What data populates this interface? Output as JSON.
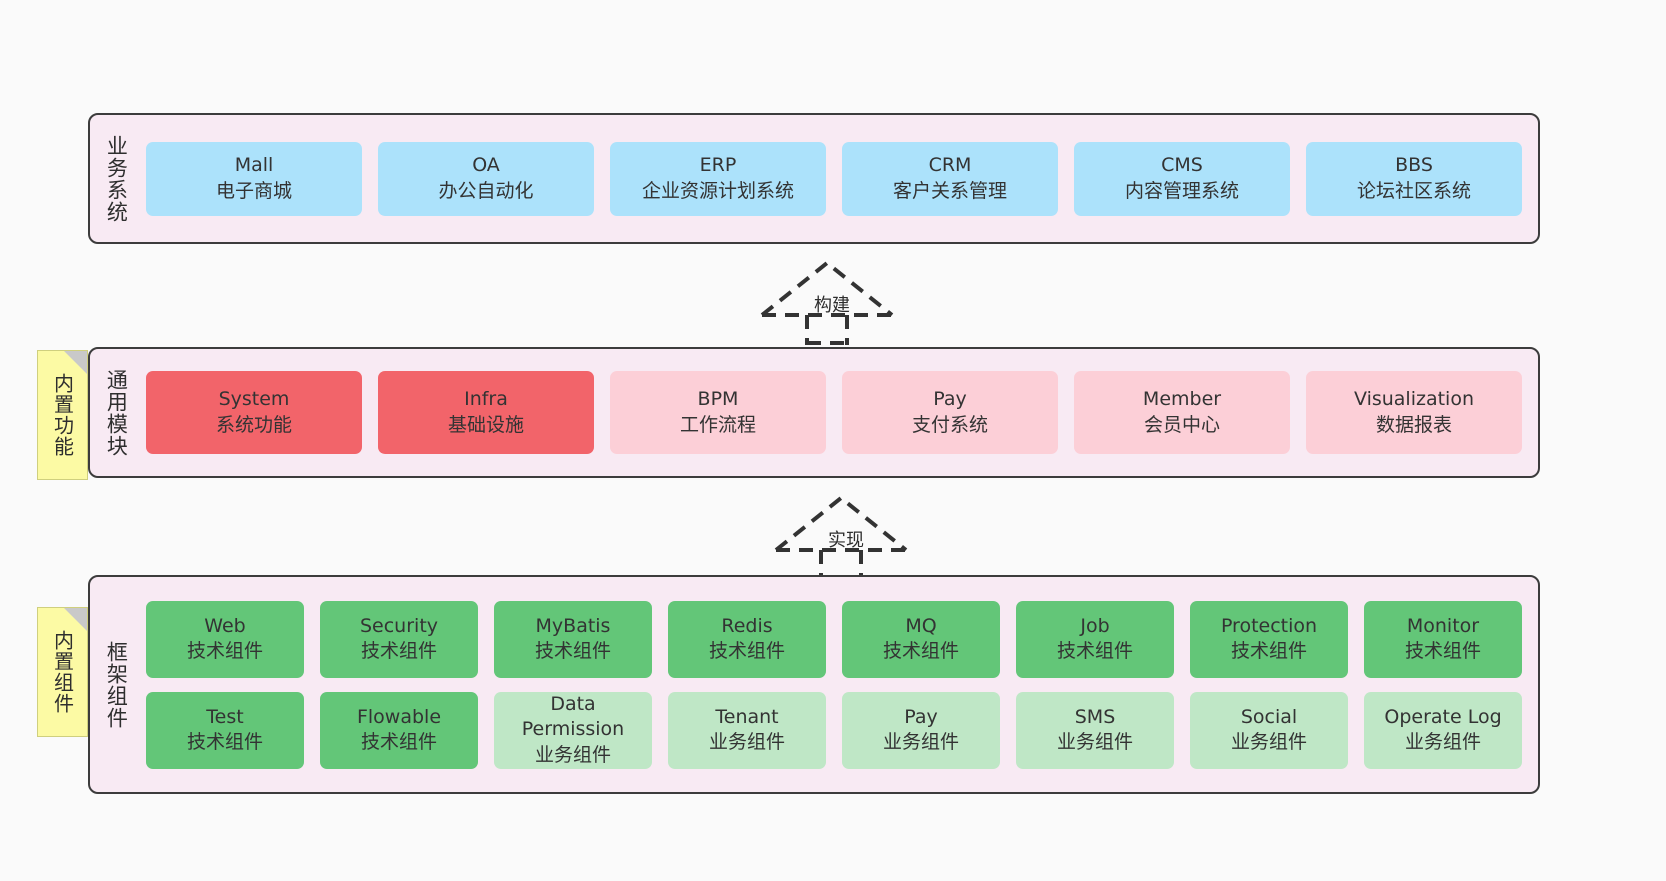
{
  "layers": [
    {
      "id": "business",
      "title": "业务系统",
      "rows": [
        {
          "nodes": [
            {
              "title": "Mall",
              "sub": "电子商城",
              "fill": "blue"
            },
            {
              "title": "OA",
              "sub": "办公自动化",
              "fill": "blue"
            },
            {
              "title": "ERP",
              "sub": "企业资源计划系统",
              "fill": "blue"
            },
            {
              "title": "CRM",
              "sub": "客户关系管理",
              "fill": "blue"
            },
            {
              "title": "CMS",
              "sub": "内容管理系统",
              "fill": "blue"
            },
            {
              "title": "BBS",
              "sub": "论坛社区系统",
              "fill": "blue"
            }
          ]
        }
      ]
    },
    {
      "id": "common",
      "title": "通用模块",
      "rows": [
        {
          "nodes": [
            {
              "title": "System",
              "sub": "系统功能",
              "fill": "red"
            },
            {
              "title": "Infra",
              "sub": "基础设施",
              "fill": "red"
            },
            {
              "title": "BPM",
              "sub": "工作流程",
              "fill": "pink"
            },
            {
              "title": "Pay",
              "sub": "支付系统",
              "fill": "pink"
            },
            {
              "title": "Member",
              "sub": "会员中心",
              "fill": "pink"
            },
            {
              "title": "Visualization",
              "sub": "数据报表",
              "fill": "pink"
            }
          ]
        }
      ]
    },
    {
      "id": "framework",
      "title": "框架组件",
      "rows": [
        {
          "nodes": [
            {
              "title": "Web",
              "sub": "技术组件",
              "fill": "green"
            },
            {
              "title": "Security",
              "sub": "技术组件",
              "fill": "green"
            },
            {
              "title": "MyBatis",
              "sub": "技术组件",
              "fill": "green"
            },
            {
              "title": "Redis",
              "sub": "技术组件",
              "fill": "green"
            },
            {
              "title": "MQ",
              "sub": "技术组件",
              "fill": "green"
            },
            {
              "title": "Job",
              "sub": "技术组件",
              "fill": "green"
            },
            {
              "title": "Protection",
              "sub": "技术组件",
              "fill": "green"
            },
            {
              "title": "Monitor",
              "sub": "技术组件",
              "fill": "green"
            }
          ]
        },
        {
          "nodes": [
            {
              "title": "Test",
              "sub": "技术组件",
              "fill": "green"
            },
            {
              "title": "Flowable",
              "sub": "技术组件",
              "fill": "green"
            },
            {
              "title": "Data Permission",
              "sub": "业务组件",
              "fill": "green-light"
            },
            {
              "title": "Tenant",
              "sub": "业务组件",
              "fill": "green-light"
            },
            {
              "title": "Pay",
              "sub": "业务组件",
              "fill": "green-light"
            },
            {
              "title": "SMS",
              "sub": "业务组件",
              "fill": "green-light"
            },
            {
              "title": "Social",
              "sub": "业务组件",
              "fill": "green-light"
            },
            {
              "title": "Operate Log",
              "sub": "业务组件",
              "fill": "green-light"
            }
          ]
        }
      ]
    }
  ],
  "notes": [
    {
      "id": "builtin-func",
      "text": "内置功能"
    },
    {
      "id": "builtin-comp",
      "text": "内置组件"
    }
  ],
  "arrows": [
    {
      "id": "build",
      "label": "构建"
    },
    {
      "id": "impl",
      "label": "实现"
    }
  ],
  "colors": {
    "canvas_background": "#fafafa",
    "layer_background": "#f8eaf3",
    "layer_border": "#3c3c3c",
    "blue": "#ace2fb",
    "red": "#f2646a",
    "pink": "#fccfd7",
    "green": "#63c678",
    "green_light": "#bfe7c6",
    "note_yellow": "#fcfaa4",
    "note_fold": "#c9c9c9",
    "arrow_stroke": "#333333",
    "text": "#333333"
  }
}
